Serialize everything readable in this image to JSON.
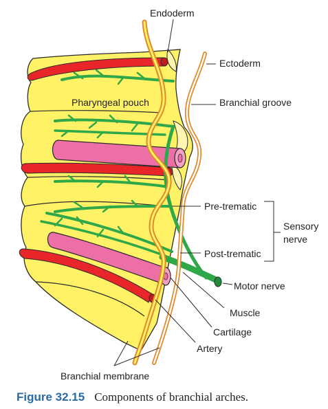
{
  "labels": {
    "endoderm": "Endoderm",
    "ectoderm": "Ectoderm",
    "branchial_groove": "Branchial groove",
    "pharyngeal_pouch": "Pharyngeal pouch",
    "pre_trematic": "Pre-trematic",
    "post_trematic": "Post-trematic",
    "sensory_nerve_line1": "Sensory",
    "sensory_nerve_line2": "nerve",
    "motor_nerve": "Motor nerve",
    "muscle": "Muscle",
    "cartilage": "Cartilage",
    "artery": "Artery",
    "branchial_membrane": "Branchial membrane"
  },
  "caption": {
    "figure_number": "Figure 32.15",
    "text": "Components of branchial arches."
  },
  "colors": {
    "arch_fill": "#fff266",
    "artery": "#e8262a",
    "cartilage": "#ec6fa6",
    "nerve": "#2fa84a",
    "germ_layer": "#e08a2a",
    "outline": "#2b2b2b",
    "caption_number": "#2a6aa6"
  }
}
